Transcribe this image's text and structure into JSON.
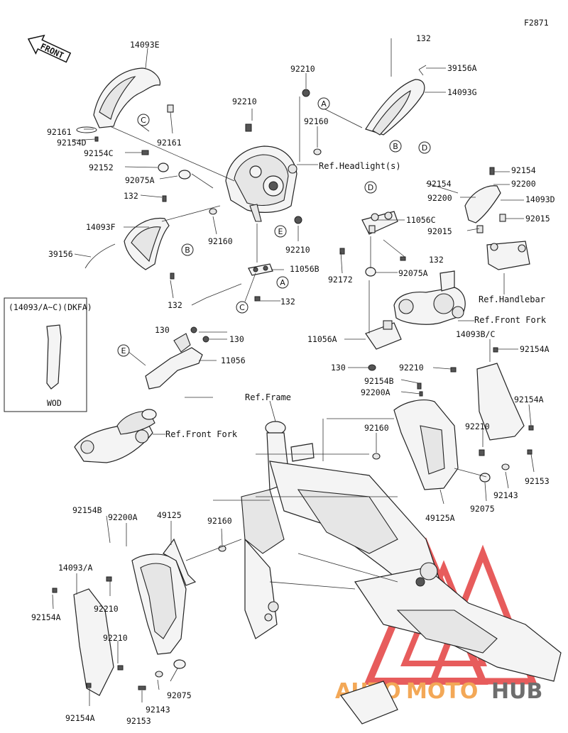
{
  "figure_code": "F2871",
  "front_label": "FRONT",
  "box_title": "(14093/A~C)(DKFA)",
  "box_footer": "WOD",
  "watermark": {
    "auto": "AUTO",
    "moto": "MOTO",
    "hub": "HUB"
  },
  "colors": {
    "watermark_red": "#e34040",
    "watermark_orange": "#f29a3a",
    "watermark_gray": "#555555"
  },
  "circle_letters": {
    "A": "A",
    "B": "B",
    "C": "C",
    "D": "D",
    "E": "E"
  },
  "labels": {
    "p14093E": "14093E",
    "p92210_a": "92210",
    "p132_top": "132",
    "p39156A": "39156A",
    "p14093G": "14093G",
    "p92210_b": "92210",
    "p92160_a": "92160",
    "ref_headlights": "Ref.Headlight(s)",
    "p92161_a": "92161",
    "p92154D": "92154D",
    "p92161_b": "92161",
    "p92154C": "92154C",
    "p92152": "92152",
    "p92075A_a": "92075A",
    "p132_a": "132",
    "p14093F": "14093F",
    "p39156": "39156",
    "p132_b": "132",
    "p92160_b": "92160",
    "p92210_c": "92210",
    "p11056B": "11056B",
    "p132_c": "132",
    "p92154_a": "92154",
    "p92200_a": "92200",
    "p92154_b": "92154",
    "p92200_b": "92200",
    "p14093D": "14093D",
    "p11056C": "11056C",
    "p92015_a": "92015",
    "p92015_b": "92015",
    "p132_d": "132",
    "p92172": "92172",
    "p92075A_b": "92075A",
    "ref_handlebar": "Ref.Handlebar",
    "ref_front_fork_a": "Ref.Front Fork",
    "p11056A": "11056A",
    "p130_a": "130",
    "p130_b": "130",
    "p130_c": "130",
    "p11056": "11056",
    "ref_front_fork_b": "Ref.Front Fork",
    "p14093BC": "14093B/C",
    "p92154A_a": "92154A",
    "p92210_d": "92210",
    "p92154B_a": "92154B",
    "p92200A_a": "92200A",
    "ref_frame": "Ref.Frame",
    "p92160_c": "92160",
    "p92154A_b": "92154A",
    "p92210_e": "92210",
    "p92153_a": "92153",
    "p92143_a": "92143",
    "p92075_a": "92075",
    "p49125A": "49125A",
    "p92154B_b": "92154B",
    "p92200A_b": "92200A",
    "p49125": "49125",
    "p92160_d": "92160",
    "p14093A": "14093/A",
    "p92154A_c": "92154A",
    "p92210_f": "92210",
    "p92210_g": "92210",
    "p92075_b": "92075",
    "p92143_b": "92143",
    "p92153_b": "92153",
    "p92154A_d": "92154A"
  }
}
